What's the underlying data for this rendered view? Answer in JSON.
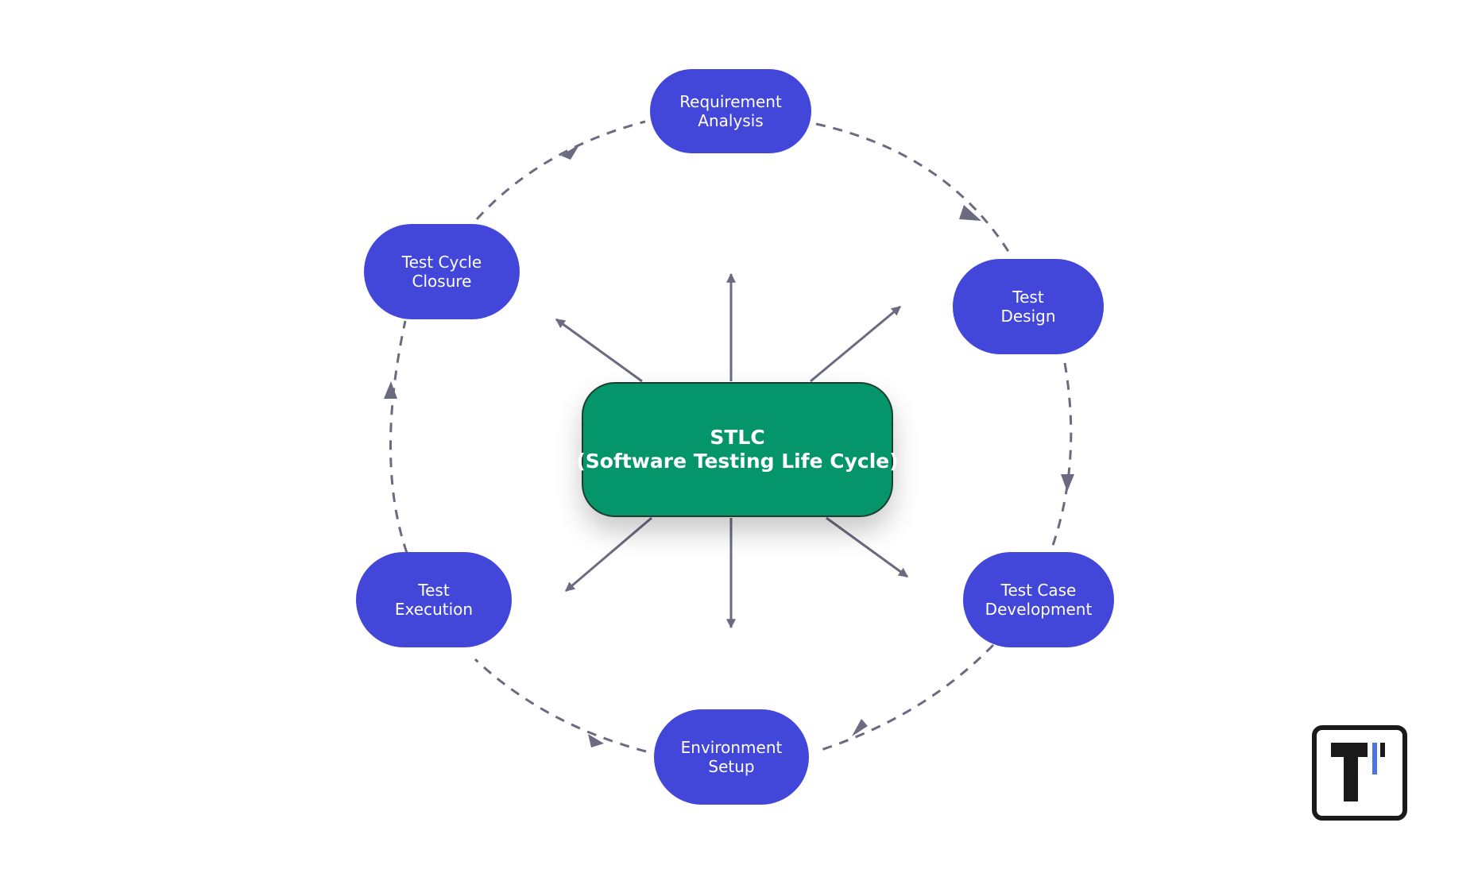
{
  "diagram": {
    "center": {
      "title": "STLC",
      "subtitle": "(Software Testing Life Cycle)",
      "fill": "#05956b"
    },
    "stages": [
      {
        "id": "requirement-analysis",
        "line1": "Requirement",
        "line2": "Analysis"
      },
      {
        "id": "test-design",
        "line1": "Test",
        "line2": "Design"
      },
      {
        "id": "test-case-development",
        "line1": "Test Case",
        "line2": "Development"
      },
      {
        "id": "environment-setup",
        "line1": "Environment",
        "line2": "Setup"
      },
      {
        "id": "test-execution",
        "line1": "Test",
        "line2": "Execution"
      },
      {
        "id": "test-cycle-closure",
        "line1": "Test Cycle",
        "line2": "Closure"
      }
    ],
    "cycle_direction": "clockwise",
    "colors": {
      "stage_fill": "#4347d9",
      "arrow": "#6b6b80",
      "text": "#ffffff"
    }
  },
  "logo": {
    "icon": "t-letter-logo-icon",
    "colors": {
      "frame": "#1a1a1a",
      "accent": "#4a73e8"
    }
  }
}
